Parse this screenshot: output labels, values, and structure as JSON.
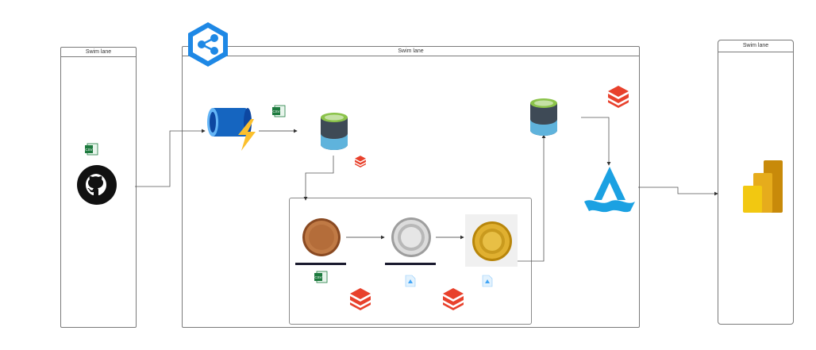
{
  "lanes": {
    "left": {
      "title": "Swim lane"
    },
    "center": {
      "title": "Swim lane"
    },
    "right": {
      "title": "Swim lane"
    }
  },
  "icons": {
    "csv_badge": "CSV",
    "source": "github-icon",
    "orchestrator": "azure-synapse-icon",
    "ingestion": "azure-function-pipe-icon",
    "landing_storage": "azure-storage-icon",
    "bronze": "bronze-medal-icon",
    "silver": "silver-medal-icon",
    "gold": "gold-medal-icon",
    "processing": "databricks-icon",
    "delta": "delta-file-icon",
    "serving_storage": "azure-storage-icon",
    "analytics": "azure-data-explorer-icon",
    "reporting": "power-bi-icon"
  },
  "colors": {
    "bronze": "#b87333",
    "silver": "#c0c0c0",
    "gold": "#d4a017",
    "databricks": "#e8412c",
    "azure": "#1e88e5",
    "excel": "#1d7a3e",
    "powerbi": "#f2c811"
  }
}
